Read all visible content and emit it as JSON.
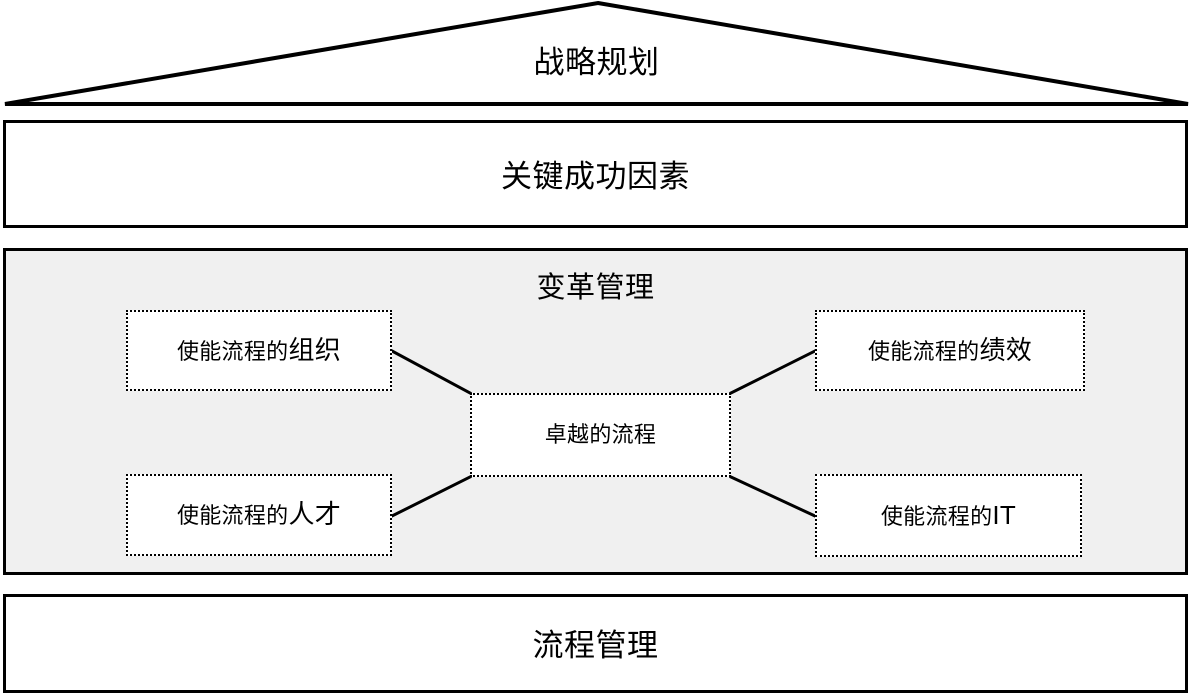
{
  "diagram": {
    "roof": {
      "label": "战略规划"
    },
    "bands": {
      "critical_success_factors": "关键成功因素",
      "process_management": "流程管理"
    },
    "change_management": {
      "title": "变革管理",
      "panel_fill": "#f0f0f0",
      "center": {
        "label": "卓越的流程"
      },
      "enablers": [
        {
          "id": "organization",
          "prefix": "使能流程的",
          "emphasis": "组织"
        },
        {
          "id": "performance",
          "prefix": "使能流程的",
          "emphasis": "绩效"
        },
        {
          "id": "talent",
          "prefix": "使能流程的",
          "emphasis": "人才"
        },
        {
          "id": "it",
          "prefix": "使能流程的",
          "emphasis": "IT"
        }
      ]
    },
    "colors": {
      "stroke": "#000000",
      "panel_background": "#f0f0f0",
      "node_background": "#ffffff",
      "page_background": "#ffffff"
    }
  }
}
